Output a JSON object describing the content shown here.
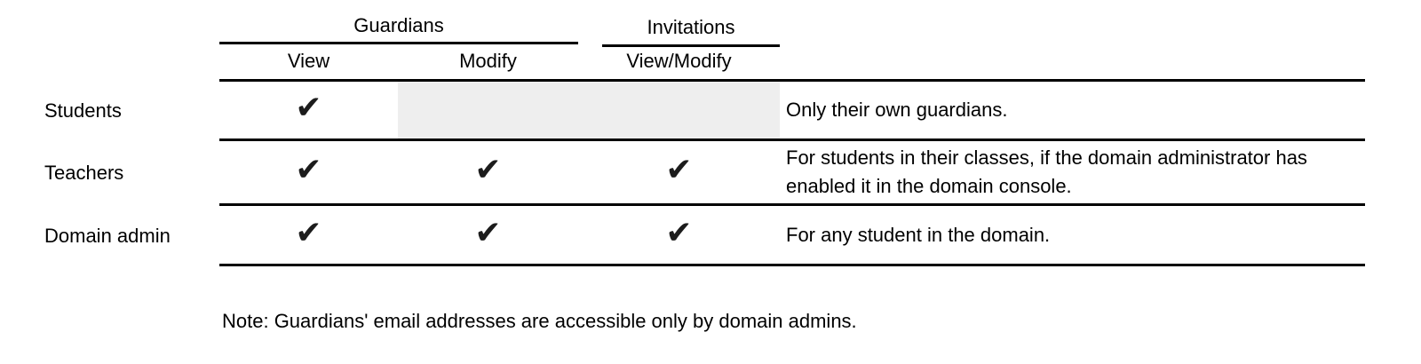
{
  "table": {
    "column_groups": [
      {
        "label": "Guardians"
      },
      {
        "label": "Invitations"
      }
    ],
    "sub_columns": [
      {
        "label": "View"
      },
      {
        "label": "Modify"
      },
      {
        "label": "View/Modify"
      }
    ],
    "check_glyph": "✔",
    "rows": [
      {
        "label": "Students",
        "permissions": {
          "view": true,
          "modify": false,
          "view_modify": false
        },
        "note": "Only their own guardians."
      },
      {
        "label": "Teachers",
        "permissions": {
          "view": true,
          "modify": true,
          "view_modify": true
        },
        "note": "For students in their classes, if the domain administrator has enabled it in the domain console."
      },
      {
        "label": "Domain admin",
        "permissions": {
          "view": true,
          "modify": true,
          "view_modify": true
        },
        "note": "For any student in the domain."
      }
    ]
  },
  "footnote": "Note: Guardians' email addresses are accessible only by domain admins.",
  "colors": {
    "text": "#000000",
    "check": "#1c1c1c",
    "table_line": "#000000",
    "disabled_cell_background": "#eeeeee",
    "background": "#ffffff"
  }
}
